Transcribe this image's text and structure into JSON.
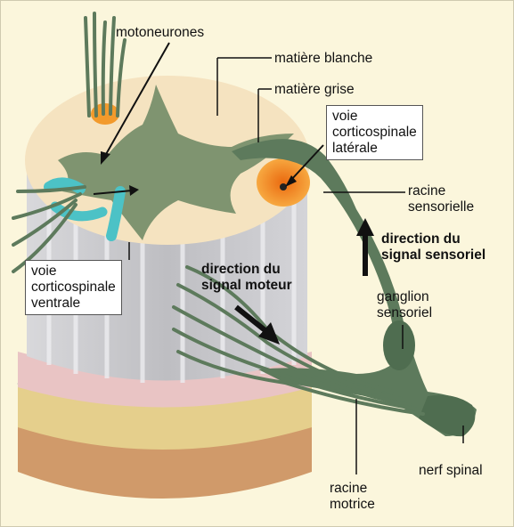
{
  "labels": {
    "motoneurones": "motoneurones",
    "matiere_blanche": "matière blanche",
    "matiere_grise": "matière grise",
    "voie_laterale": [
      "voie",
      "corticospinale",
      "latérale"
    ],
    "racine_sensorielle": [
      "racine",
      "sensorielle"
    ],
    "direction_sensoriel": [
      "direction du",
      "signal sensoriel"
    ],
    "direction_moteur": [
      "direction du",
      "signal moteur"
    ],
    "ganglion_sensoriel": [
      "ganglion",
      "sensoriel"
    ],
    "voie_ventrale": [
      "voie",
      "corticospinale",
      "ventrale"
    ],
    "nerf_spinal": "nerf spinal",
    "racine_motrice": [
      "racine",
      "motrice"
    ]
  },
  "colors": {
    "background": "#fbf6dc",
    "white_matter": "#f5e3c0",
    "gray_matter": "#7f9470",
    "nerve": "#5d7a5c",
    "tract_lateral": "#f28c1e",
    "tract_ventral": "#4cc2c6",
    "column_gray": "#c3c3c6",
    "band_pink": "#e9c4c4",
    "band_yellow": "#e5cf8c",
    "band_brown": "#d09a6a"
  }
}
